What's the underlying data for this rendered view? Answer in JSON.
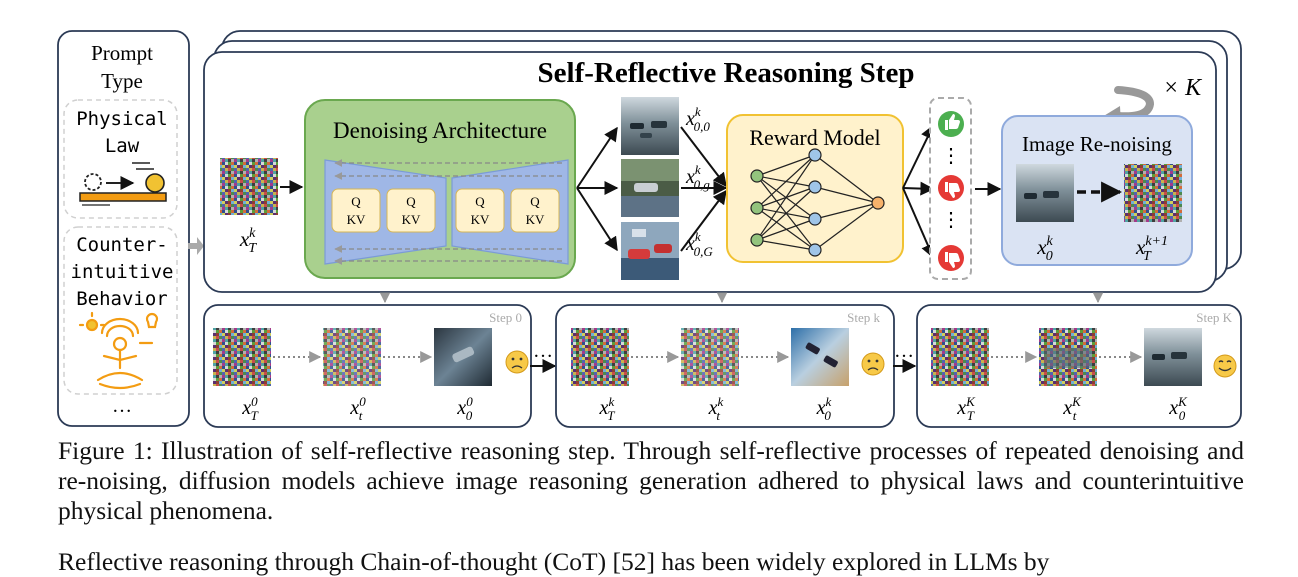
{
  "prompt_panel": {
    "title_line1": "Prompt",
    "title_line2": "Type",
    "type1_line1": "Physical",
    "type1_line2": "Law",
    "type2_line1": "Counter-",
    "type2_line2": "intuitive",
    "type2_line3": "Behavior",
    "ellipsis": "…"
  },
  "main_panel": {
    "title": "Self-Reflective Reasoning Step",
    "repeat_label": "× K",
    "noise_label": "x_T^k",
    "denoise": {
      "title": "Denoising Architecture",
      "block_q": "Q",
      "block_kv": "KV"
    },
    "candidates": [
      "x_{0,0}^k",
      "x_{0,g}^k",
      "x_{0,G}^k"
    ],
    "reward_model": "Reward Model",
    "vote_dots": "⋮",
    "renoise": {
      "title": "Image Re-noising",
      "left_label": "x_0^k",
      "right_label": "x_T^{k+1}"
    }
  },
  "steps": [
    {
      "label": "Step 0",
      "labels": [
        "x_T^0",
        "x_t^0",
        "x_0^0"
      ],
      "mood": "sad"
    },
    {
      "label": "Step k",
      "labels": [
        "x_T^k",
        "x_t^k",
        "x_0^k"
      ],
      "mood": "sad"
    },
    {
      "label": "Step K",
      "labels": [
        "x_T^K",
        "x_t^K",
        "x_0^K"
      ],
      "mood": "happy"
    }
  ],
  "step_separator": "…",
  "caption": "Figure 1: Illustration of self-reflective reasoning step. Through self-reflective processes of repeated denoising and re-noising, diffusion models achieve image reasoning generation adhered to physical laws and counterintuitive physical phenomena.",
  "body_text": "Reflective reasoning through Chain-of-thought (CoT) [52] has been widely explored in LLMs by",
  "colors": {
    "frame": "#2b3a55",
    "denoise_fill": "#a9d08e",
    "denoise_stroke": "#6aa84f",
    "block_fill": "#fff2cc",
    "unet_fill": "#9fb7e6",
    "reward_fill": "#fff2cc",
    "reward_stroke": "#f1c232",
    "renoise_fill": "#dae3f3",
    "renoise_stroke": "#8faadc",
    "node_green": "#93c47d",
    "node_blue": "#9fc5e8",
    "node_orange": "#f6b26b",
    "thumb_up": "#4caf50",
    "thumb_down": "#e53935",
    "dashed_gray": "#aaaaaa",
    "sketch_orange": "#f39c12"
  }
}
